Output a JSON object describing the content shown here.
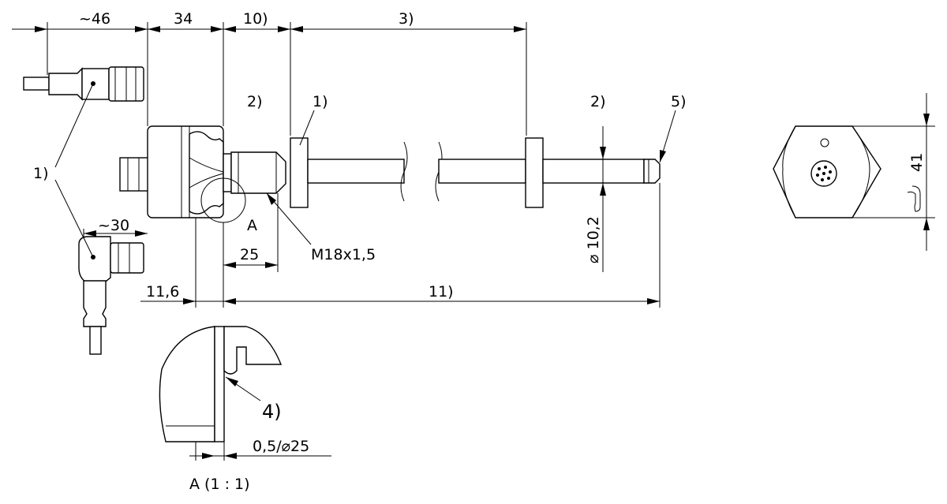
{
  "dimensions": {
    "connector_length": "~46",
    "housing_width": "34",
    "thread_len": "10)",
    "probe_span": "3)",
    "thread_25": "25",
    "elbow_len": "~30",
    "offset": "11,6",
    "total": "11)",
    "probe_diameter": "10,2",
    "diameter_symbol": "⌀",
    "wrench": "41",
    "detail_dim": "0,5/⌀25"
  },
  "callouts": {
    "c1_top": "2)",
    "c1_flange": "1)",
    "c1_left": "1)",
    "c2_right": "2)",
    "c5": "5)",
    "thread": "M18x1,5",
    "detail_label": "A",
    "detail4": "4)",
    "detail_title": "A (1 : 1)"
  }
}
